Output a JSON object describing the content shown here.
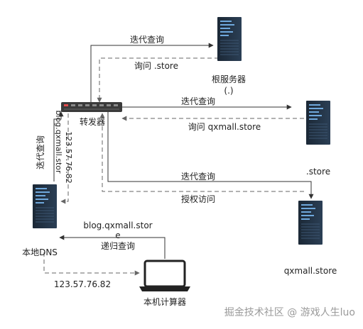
{
  "nodes": {
    "root_server": {
      "name": "根服务器",
      "sub": "(.)"
    },
    "store_server": {
      "name": ".store"
    },
    "qxmall_server": {
      "name": "qxmall.store"
    },
    "local_dns": {
      "name": "本地DNS"
    },
    "computer": {
      "name": "本机计算器"
    },
    "router": {
      "name": "转发器"
    }
  },
  "edges": {
    "to_root": "迭代查询",
    "from_root": "询问 .store",
    "to_store": "迭代查询",
    "from_store": "询问 qxmall.store",
    "to_qxmall": "迭代查询",
    "from_qxmall": "授权访问",
    "dns_to_router": "迭代查询",
    "dns_query_domain": "blog.qxmall.stor",
    "router_to_dns_ip": "123.57.76.82",
    "computer_query_line1": "blog.qxmall.stor",
    "computer_query_line2": "e",
    "computer_query_type": "递归查询",
    "dns_to_computer_ip": "123.57.76.82"
  },
  "watermark": "掘金技术社区 @ 游戏人生luo",
  "colors": {
    "line": "#333333",
    "dashed": "#777777",
    "server_dark": "#1f2d3d",
    "server_mid": "#2e4a66",
    "server_light": "#6fa8dc",
    "router": "#3a3a3a",
    "router_led": "#e14b4b"
  }
}
